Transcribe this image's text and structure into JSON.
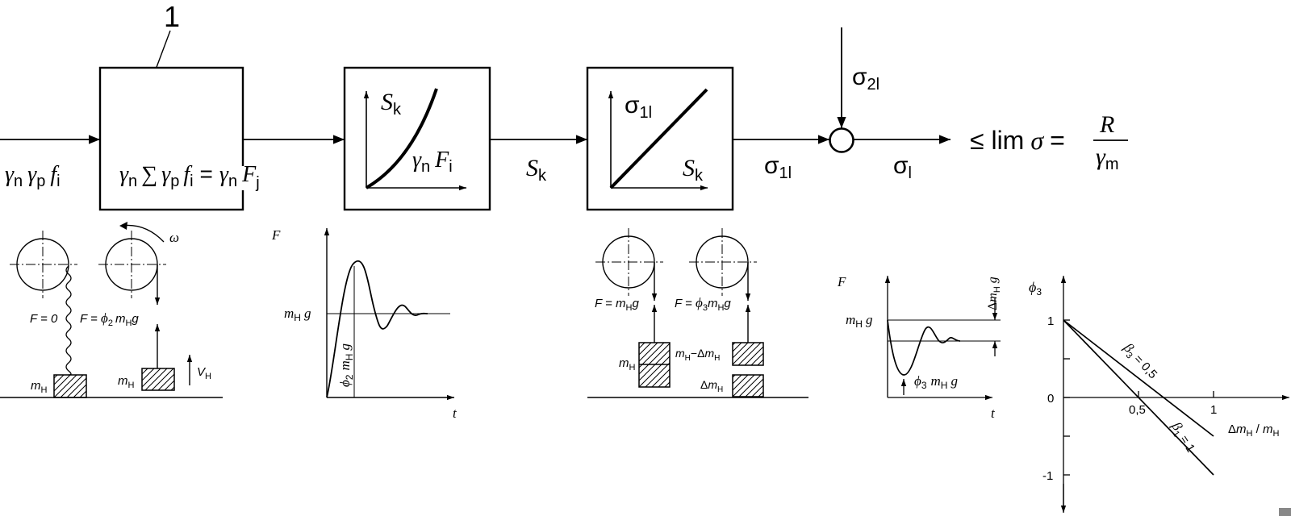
{
  "top_block_diagram": {
    "callout_number": "1",
    "input_label": {
      "g1": "γ",
      "s1": "n",
      "g2": "γ",
      "s2": "p",
      "f": "f",
      "s3": "i"
    },
    "box1_formula": {
      "g1": "γ",
      "s1": "n",
      "sum": "∑",
      "g2": "γ",
      "s2": "p",
      "f": "f",
      "s3": "i",
      "eq": "=",
      "g3": "γ",
      "s4": "n",
      "F": "F",
      "s5": "j"
    },
    "box2": {
      "y_axis": {
        "base": "S",
        "sub": "k"
      },
      "curve_label": {
        "g": "γ",
        "s1": "n",
        "F": "F",
        "s2": "i"
      }
    },
    "signal_sk": {
      "base": "S",
      "sub": "k"
    },
    "box3": {
      "y_axis": {
        "base": "σ",
        "sub": "1l"
      },
      "x_axis": {
        "base": "S",
        "sub": "k"
      }
    },
    "signal_sigma1": {
      "base": "σ",
      "sub": "1l"
    },
    "summing_input": {
      "base": "σ",
      "sub": "2l"
    },
    "signal_sigma": {
      "base": "σ",
      "sub": "l"
    },
    "limit": {
      "prefix": "≤ lim",
      "sigma": "σ",
      "eq": "=",
      "numerator": "R",
      "denominator_base": "γ",
      "denominator_sub": "m"
    }
  },
  "pulley_lift_sketch": {
    "rotation": "ω",
    "force_left": "F = 0",
    "force_right": {
      "a": "F = ",
      "phi": "ϕ",
      "phi_sub": "2",
      "m": "m",
      "m_sub": "H",
      "g": "g"
    },
    "mass_left": {
      "base": "m",
      "sub": "H"
    },
    "mass_right": {
      "base": "m",
      "sub": "H"
    },
    "velocity": {
      "base": "V",
      "sub": "H"
    }
  },
  "force_time_chart_1": {
    "y_axis": "F",
    "x_axis": "t",
    "level": {
      "m": "m",
      "sub": "H",
      "g": "g"
    },
    "rise": {
      "phi": "ϕ",
      "phi_sub": "2",
      "m": "m",
      "sub": "H",
      "g": "g"
    }
  },
  "pulley_drop_sketch": {
    "force_left": {
      "a": "F = ",
      "m": "m",
      "sub": "H",
      "g": "g"
    },
    "force_right": {
      "a": "F = ",
      "phi": "ϕ",
      "phi_sub": "3",
      "m": "m",
      "sub": "H",
      "g": "g"
    },
    "mass_left": {
      "base": "m",
      "sub": "H"
    },
    "mass_right_top": {
      "m1": "m",
      "s1": "H",
      "dash": "−Δ",
      "m2": "m",
      "s2": "H"
    },
    "mass_right_bottom": {
      "d": "Δ",
      "m": "m",
      "sub": "H"
    }
  },
  "force_time_chart_2": {
    "y_axis": "F",
    "x_axis": "t",
    "level": {
      "m": "m",
      "sub": "H",
      "g": "g"
    },
    "drop": {
      "d": "Δ",
      "m": "m",
      "sub": "H",
      "g": "g"
    },
    "dip": {
      "phi": "ϕ",
      "phi_sub": "3",
      "m": "m",
      "sub": "H",
      "g": "g"
    }
  },
  "chart_data": {
    "type": "line",
    "ylabel": {
      "base": "ϕ",
      "sub": "3"
    },
    "xlabel": {
      "d": "Δ",
      "m1": "m",
      "s1": "H",
      "slash": " / ",
      "m2": "m",
      "s2": "H"
    },
    "x_ticks": [
      {
        "value": 0.5,
        "label": "0,5"
      },
      {
        "value": 1,
        "label": "1"
      }
    ],
    "y_ticks": [
      {
        "value": 1,
        "label": "1"
      },
      {
        "value": 0,
        "label": "0"
      },
      {
        "value": -1,
        "label": "-1"
      }
    ],
    "xlim": [
      0,
      1.5
    ],
    "ylim": [
      -1.45,
      1.5
    ],
    "series": [
      {
        "name": "β3 = 0,5",
        "label": {
          "b": "β",
          "sub": "3",
          "rest": " = 0,5"
        },
        "points": [
          [
            0,
            1
          ],
          [
            1,
            -0.5
          ]
        ]
      },
      {
        "name": "β1 = 1",
        "label": {
          "b": "β",
          "sub": "1",
          "rest": " = 1"
        },
        "points": [
          [
            0,
            1
          ],
          [
            1,
            -1
          ]
        ]
      }
    ]
  }
}
